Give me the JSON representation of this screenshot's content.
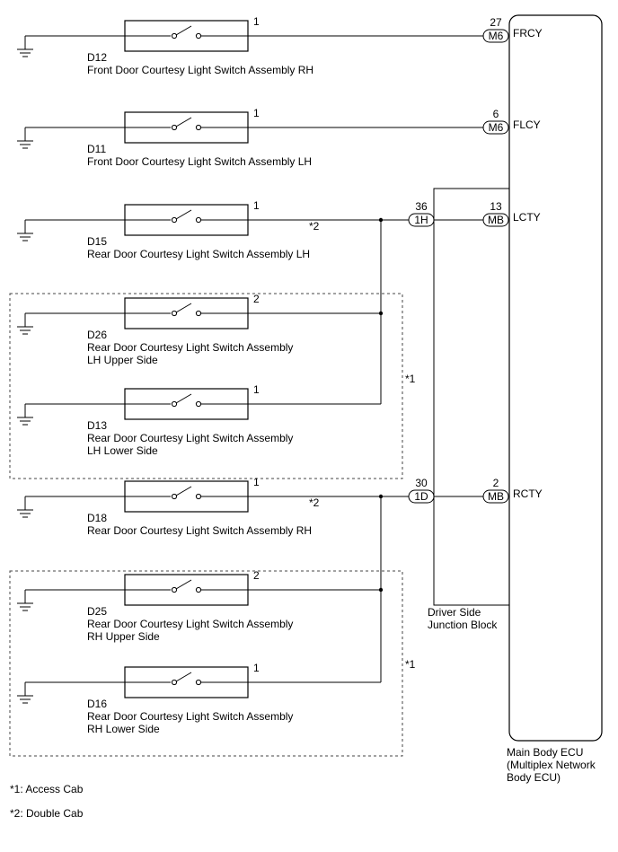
{
  "switches": [
    {
      "code": "D12",
      "pin": "1",
      "name": [
        "Front Door Courtesy Light Switch Assembly RH"
      ]
    },
    {
      "code": "D11",
      "pin": "1",
      "name": [
        "Front Door Courtesy Light Switch Assembly LH"
      ]
    },
    {
      "code": "D15",
      "pin": "1",
      "name": [
        "Rear Door Courtesy Light Switch Assembly LH"
      ]
    },
    {
      "code": "D26",
      "pin": "2",
      "name": [
        "Rear Door Courtesy Light Switch Assembly",
        "LH Upper Side"
      ]
    },
    {
      "code": "D13",
      "pin": "1",
      "name": [
        "Rear Door Courtesy Light Switch Assembly",
        "LH Lower Side"
      ]
    },
    {
      "code": "D18",
      "pin": "1",
      "name": [
        "Rear Door Courtesy Light Switch Assembly RH"
      ]
    },
    {
      "code": "D25",
      "pin": "2",
      "name": [
        "Rear Door Courtesy Light Switch Assembly",
        "RH Upper Side"
      ]
    },
    {
      "code": "D16",
      "pin": "1",
      "name": [
        "Rear Door Courtesy Light Switch Assembly",
        "RH Lower Side"
      ]
    }
  ],
  "ecu_terminals": [
    {
      "pin": "27",
      "connector": "M6",
      "signal": "FRCY"
    },
    {
      "pin": "6",
      "connector": "M6",
      "signal": "FLCY"
    },
    {
      "pin": "13",
      "connector": "MB",
      "signal": "LCTY"
    },
    {
      "pin": "2",
      "connector": "MB",
      "signal": "RCTY"
    }
  ],
  "junction_terminals": [
    {
      "pin": "36",
      "connector": "1H"
    },
    {
      "pin": "30",
      "connector": "1D"
    }
  ],
  "wire_notes": [
    "*2",
    "*2"
  ],
  "group_notes": [
    "*1",
    "*1"
  ],
  "junction_block": [
    "Driver Side",
    "Junction Block"
  ],
  "ecu": [
    "Main Body ECU",
    "(Multiplex Network",
    "Body ECU)"
  ],
  "footnotes": [
    "*1: Access Cab",
    "*2: Double Cab"
  ]
}
